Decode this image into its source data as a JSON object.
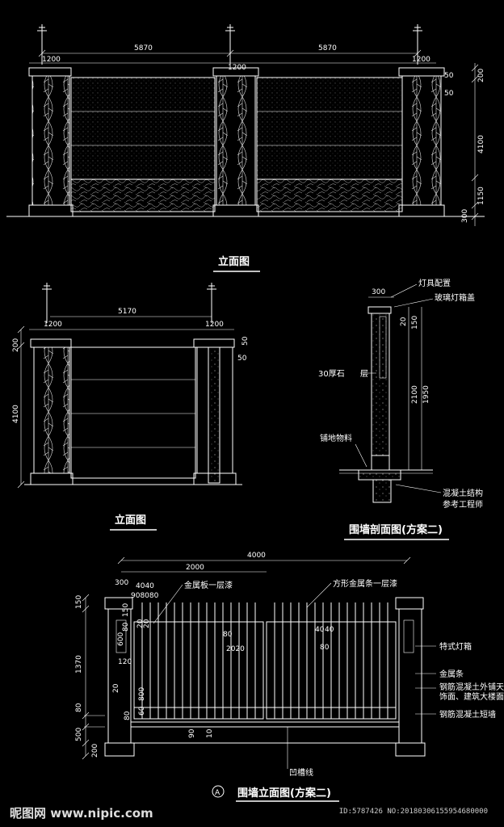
{
  "elev1": {
    "dims_top": [
      "5870",
      "5870"
    ],
    "dims_pier": [
      "1200",
      "1200",
      "1200"
    ],
    "dims_right": [
      "200",
      "50",
      "50",
      "4100",
      "1150",
      "300"
    ],
    "title": "立面图"
  },
  "elev2": {
    "dim_top": "5170",
    "dims_pier": [
      "1200",
      "1200"
    ],
    "dims_left": [
      "200",
      "4100"
    ],
    "dims_right": [
      "50",
      "50"
    ],
    "title": "立面图"
  },
  "section": {
    "dims": [
      "300",
      "20",
      "150",
      "2100",
      "1950"
    ],
    "labels": [
      "灯具配置",
      "玻璃灯箱盖",
      "30厚石",
      "层",
      "铺地物料",
      "混凝土结构",
      "参考工程师"
    ],
    "title": "围墙剖面图(方案二)"
  },
  "fence": {
    "dims_top": [
      "4000",
      "2000",
      "300",
      "4040",
      "908080"
    ],
    "dims_left": [
      "150",
      "1370",
      "80",
      "500",
      "200"
    ],
    "dims_inner": [
      "150",
      "80",
      "20",
      "20",
      "600",
      "120",
      "20",
      "80",
      "60",
      "800",
      "80",
      "2020",
      "40",
      "40",
      "80",
      "90",
      "10"
    ],
    "labels_top": [
      "金属板一层漆",
      "方形金属条一层漆"
    ],
    "labels_right": [
      "特式灯箱",
      "金属条",
      "钢筋混凝土外铺天",
      "饰面、建筑大楼面",
      "钢筋混凝土短墙"
    ],
    "label_bottom": "凹槽线",
    "marker": "A",
    "title": "围墙立面图(方案二)"
  },
  "footer": {
    "brand": "昵图网 www.nipic.com",
    "code": "ID:5787426 NO:20180306155954680000"
  }
}
